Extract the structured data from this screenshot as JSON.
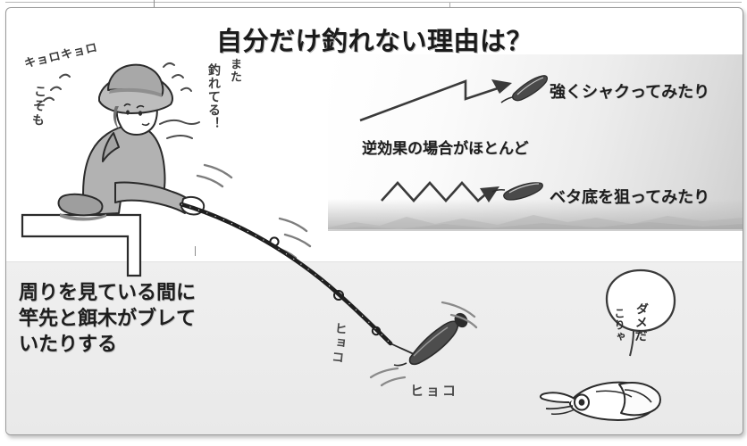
{
  "page": {
    "title": "自分だけ釣れない理由は？",
    "language": "ja",
    "kind": "illustrated-infographic"
  },
  "colors": {
    "ink": "#1b1b1b",
    "handwriting": "#3a3a3a",
    "frame_border": "#9a9a9a",
    "panel_light": "#efefef",
    "panel_gradient_dark": "#cfcfcf",
    "figure_fill": "#b9b9b9"
  },
  "callouts": {
    "strong_jerk": "強くシャクってみたり",
    "reverse_effect": "逆効果の場合がほとんど",
    "bottom_target": "ベタ底を狙ってみたり"
  },
  "left_panel": {
    "lines": [
      "周りを見ている間に",
      "竿先と餌木がブレて",
      "いたりする"
    ]
  },
  "handwriting": {
    "kyorokyoro": "キョロキョロ",
    "kososo": "こそも",
    "mata": "また",
    "tsureteru": "釣れてる！",
    "hyoko_rod": "ヒョコ",
    "hyoko_lure": "ヒョコ",
    "dameda": "ダメだ",
    "korya": "こりゃ"
  },
  "figures": {
    "angler": "angler-with-bucket-hat",
    "pier": "pier-edge",
    "rod": "fishing-rod",
    "line": "fishing-line",
    "egi_lure_top": "egi-lure-icon",
    "egi_lure_bottom": "egi-lure-icon",
    "egi_lure_water": "egi-lure-in-water",
    "squid": "squid-illustration",
    "thought_balloon": "thought-balloon",
    "arrow_zigzag": "zigzag-arrow-up",
    "arrow_sawtooth": "sawtooth-arrow-down"
  }
}
